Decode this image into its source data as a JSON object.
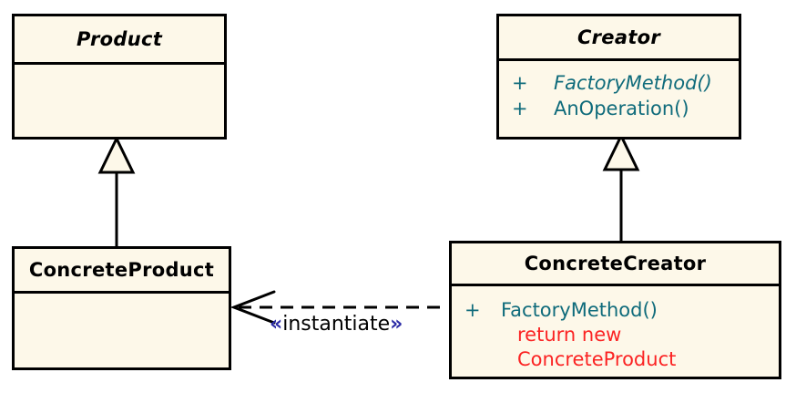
{
  "colors": {
    "box_fill": "#fdf8e9",
    "box_border": "#000000",
    "method_text": "#0f6b7b",
    "note_text": "#fb2323",
    "guillemet": "#2b2ba6"
  },
  "classes": {
    "product": {
      "name": "Product"
    },
    "creator": {
      "name": "Creator",
      "methods": [
        {
          "visibility": "+",
          "signature": "FactoryMethod()"
        },
        {
          "visibility": "+",
          "signature": "AnOperation()"
        }
      ]
    },
    "concreteProduct": {
      "name": "ConcreteProduct"
    },
    "concreteCreator": {
      "name": "ConcreteCreator",
      "methods": [
        {
          "visibility": "+",
          "signature": "FactoryMethod()"
        }
      ],
      "note_lines": [
        "return new",
        "ConcreteProduct"
      ]
    }
  },
  "relations": {
    "instantiate": {
      "laquo": "«",
      "label": "instantiate",
      "raquo": "»"
    }
  }
}
